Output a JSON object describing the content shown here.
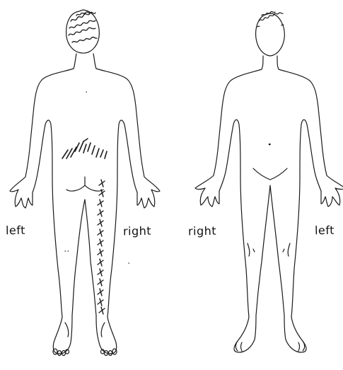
{
  "labels": {
    "back_left": "left",
    "back_right": "right",
    "front_right": "right",
    "front_left": "left"
  },
  "colors": {
    "line": "#1a1a1a",
    "background": "#ffffff"
  },
  "figures": [
    {
      "view": "back",
      "icon": "body-back-outline-icon",
      "marks": "hatch-and-cross-marks"
    },
    {
      "view": "front",
      "icon": "body-front-outline-icon",
      "marks": "none"
    }
  ]
}
